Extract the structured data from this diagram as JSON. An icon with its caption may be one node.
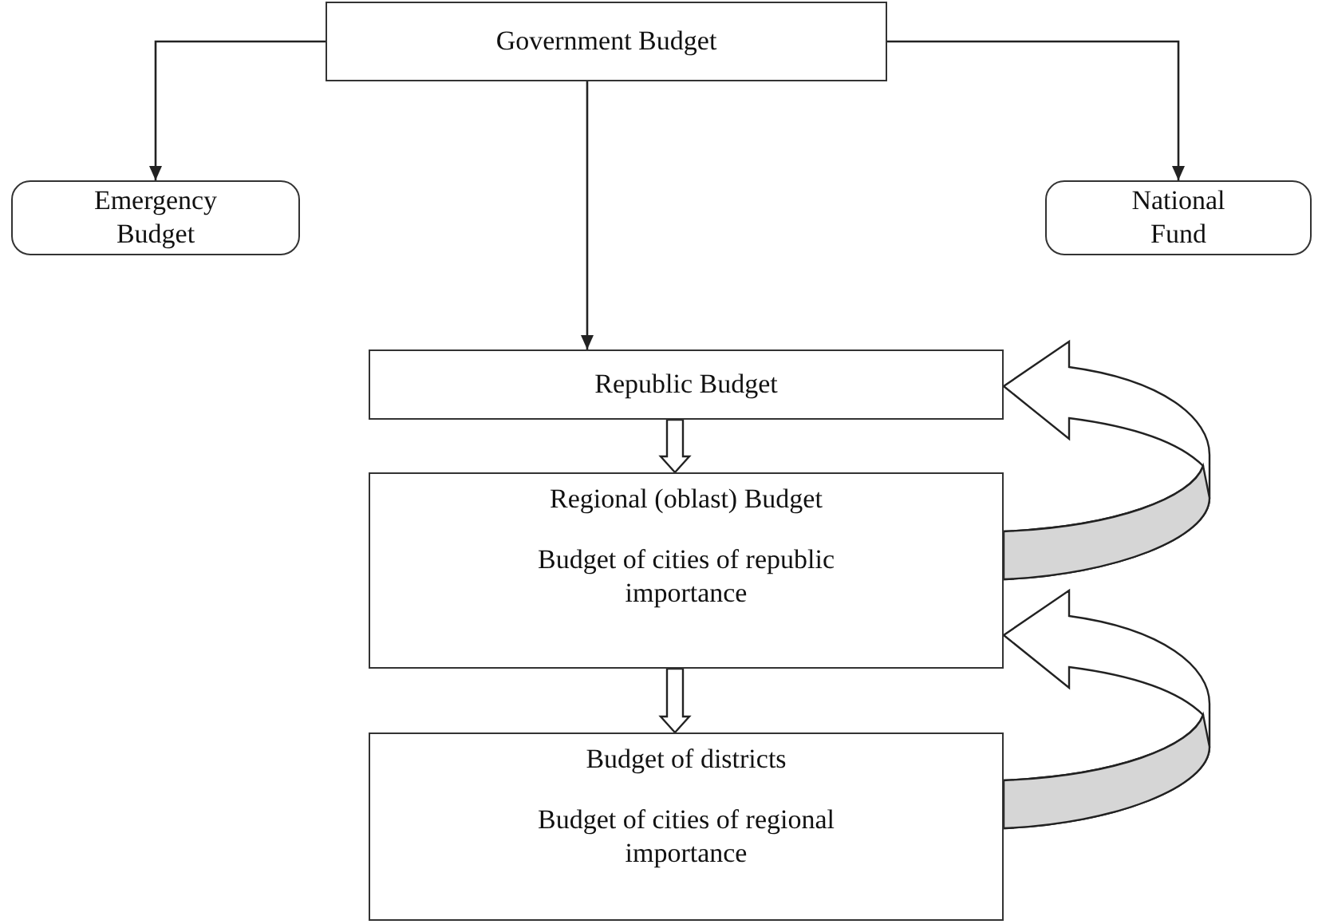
{
  "diagram": {
    "nodes": [
      {
        "text": [
          "Government Budget"
        ]
      },
      {
        "text": [
          "Emergency Budget"
        ]
      },
      {
        "text": [
          "National Fund"
        ]
      },
      {
        "text": [
          "Republic Budget"
        ]
      },
      {
        "text": [
          "Regional (oblast) Budget",
          "Budget of cities of republic importance"
        ]
      },
      {
        "text": [
          "Budget of districts",
          "Budget of cities of regional importance"
        ]
      }
    ],
    "edges": [
      {
        "from": 0,
        "to": 1,
        "arrow": "to"
      },
      {
        "from": 0,
        "to": 2,
        "arrow": "to"
      },
      {
        "from": 0,
        "to": 3,
        "arrow": "to"
      },
      {
        "from": 3,
        "to": 4,
        "arrow": "to",
        "style": "thick"
      },
      {
        "from": 4,
        "to": 3,
        "arrow": "to",
        "style": "thick"
      },
      {
        "from": 4,
        "to": 5,
        "arrow": "to",
        "style": "thick"
      },
      {
        "from": 5,
        "to": 4,
        "arrow": "to",
        "style": "thick"
      }
    ]
  }
}
